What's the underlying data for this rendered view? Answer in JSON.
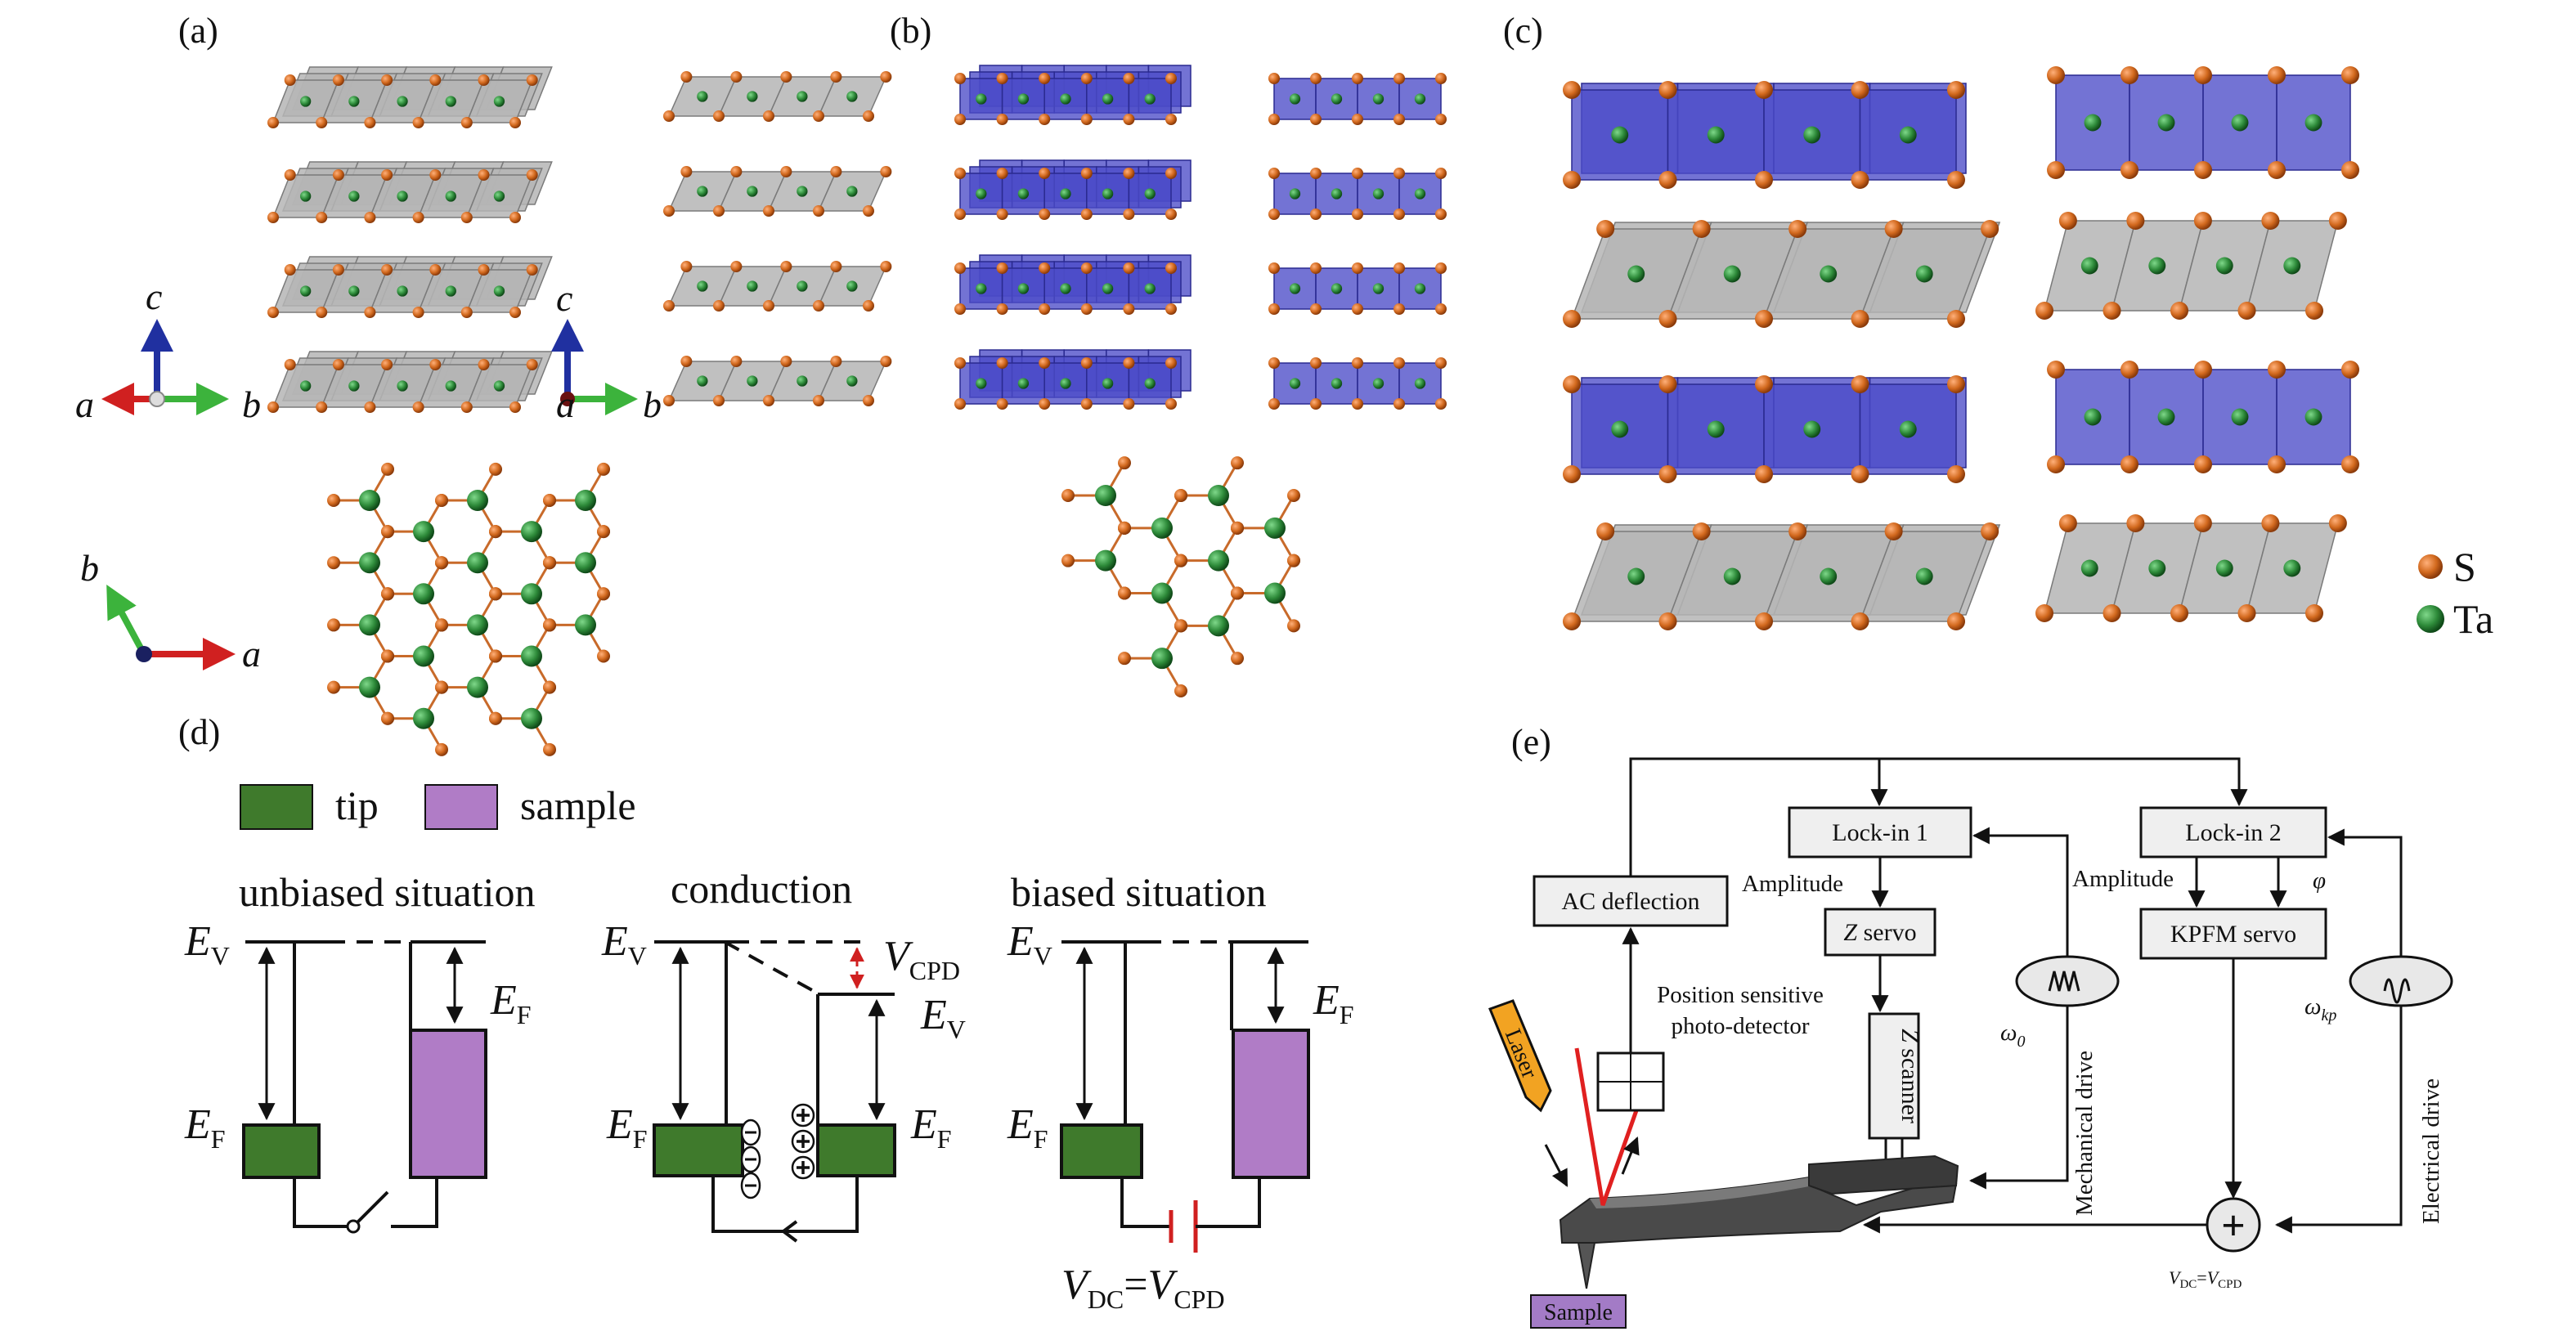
{
  "panels": {
    "a": "(a)",
    "b": "(b)",
    "c": "(c)",
    "d": "(d)",
    "e": "(e)"
  },
  "axes": {
    "a": "a",
    "b": "b",
    "c": "c"
  },
  "legend_atoms": [
    {
      "label": "S",
      "color": "#d2691e"
    },
    {
      "label": "Ta",
      "color": "#2e8b3a"
    }
  ],
  "colors": {
    "octahedron": "#b5b5b5",
    "prism": "#4b4bc8",
    "tip": "#3f7a2c",
    "sample": "#b07cc6",
    "laser": "#f2a322",
    "sample_box": "#a37bc6",
    "beam": "#e02020"
  },
  "panel_d": {
    "legend": {
      "tip": "tip",
      "sample": "sample"
    },
    "titles": {
      "unbiased": "unbiased situation",
      "conduction": "conduction",
      "biased": "biased situation"
    },
    "ev": "E",
    "ev_sub": "V",
    "ef": "E",
    "ef_sub": "F",
    "vcpd": "V",
    "vcpd_sub": "CPD",
    "vdc": "V",
    "vdc_sub": "DC",
    "eq": "="
  },
  "panel_e": {
    "ac_deflection": "AC deflection",
    "lockin1": "Lock-in 1",
    "lockin2": "Lock-in 2",
    "amplitude1": "Amplitude",
    "amplitude2": "Amplitude",
    "phi": "φ",
    "z_servo_z": "Z",
    "z_servo": " servo",
    "kpfm_servo": "KPFM servo",
    "psd1": "Position sensitive",
    "psd2": "photo-detector",
    "omega0": "ω",
    "omega0_sub": "0",
    "omegakp": "ω",
    "omegakp_sub": "kp",
    "z_scanner_z": "Z",
    "z_scanner": " scanner",
    "mech_drive": "Mechanical drive",
    "elec_drive": "Electrical drive",
    "laser": "Laser",
    "sample": "Sample",
    "plus": "+",
    "vdc": "V",
    "vdc_sub": "DC",
    "vcpd": "V",
    "vcpd_sub": "CPD",
    "eq": "="
  }
}
